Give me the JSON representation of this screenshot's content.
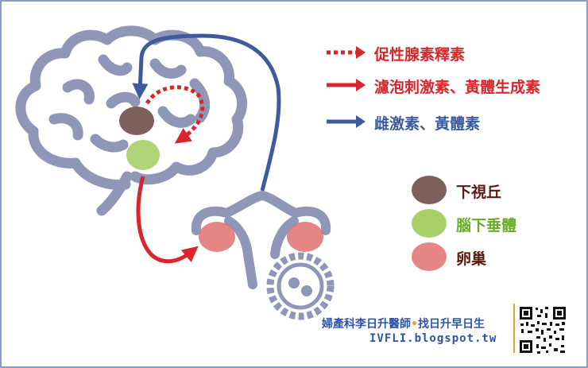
{
  "legend_arrows": [
    {
      "label": "促性腺素釋素",
      "color": "#d8262c"
    },
    {
      "label": "濾泡刺激素、黃體生成素",
      "color": "#d8262c"
    },
    {
      "label": "雌激素、黃體素",
      "color": "#3e5b9e"
    }
  ],
  "legend_organs": [
    {
      "label": "下視丘",
      "color": "#7e5f5a",
      "text_color": "#5a1a12"
    },
    {
      "label": "腦下垂體",
      "color": "#a8cf6a",
      "text_color": "#6aab2a"
    },
    {
      "label": "卵巢",
      "color": "#e07070",
      "text_color": "#5a1a12"
    }
  ],
  "footer": {
    "line1_part1": "婦產科李日升醫師",
    "separator": "•",
    "line1_part2": "找日升早日生",
    "line2": "IVFLI.blogspot.tw"
  },
  "colors": {
    "outline": "#8e97b8",
    "frame": "#8f9bc4",
    "red_arrow": "#d8262c",
    "blue_arrow": "#3e5b9e",
    "accent": "#f0a030"
  },
  "icons": {
    "qr": "qr-code-icon"
  }
}
